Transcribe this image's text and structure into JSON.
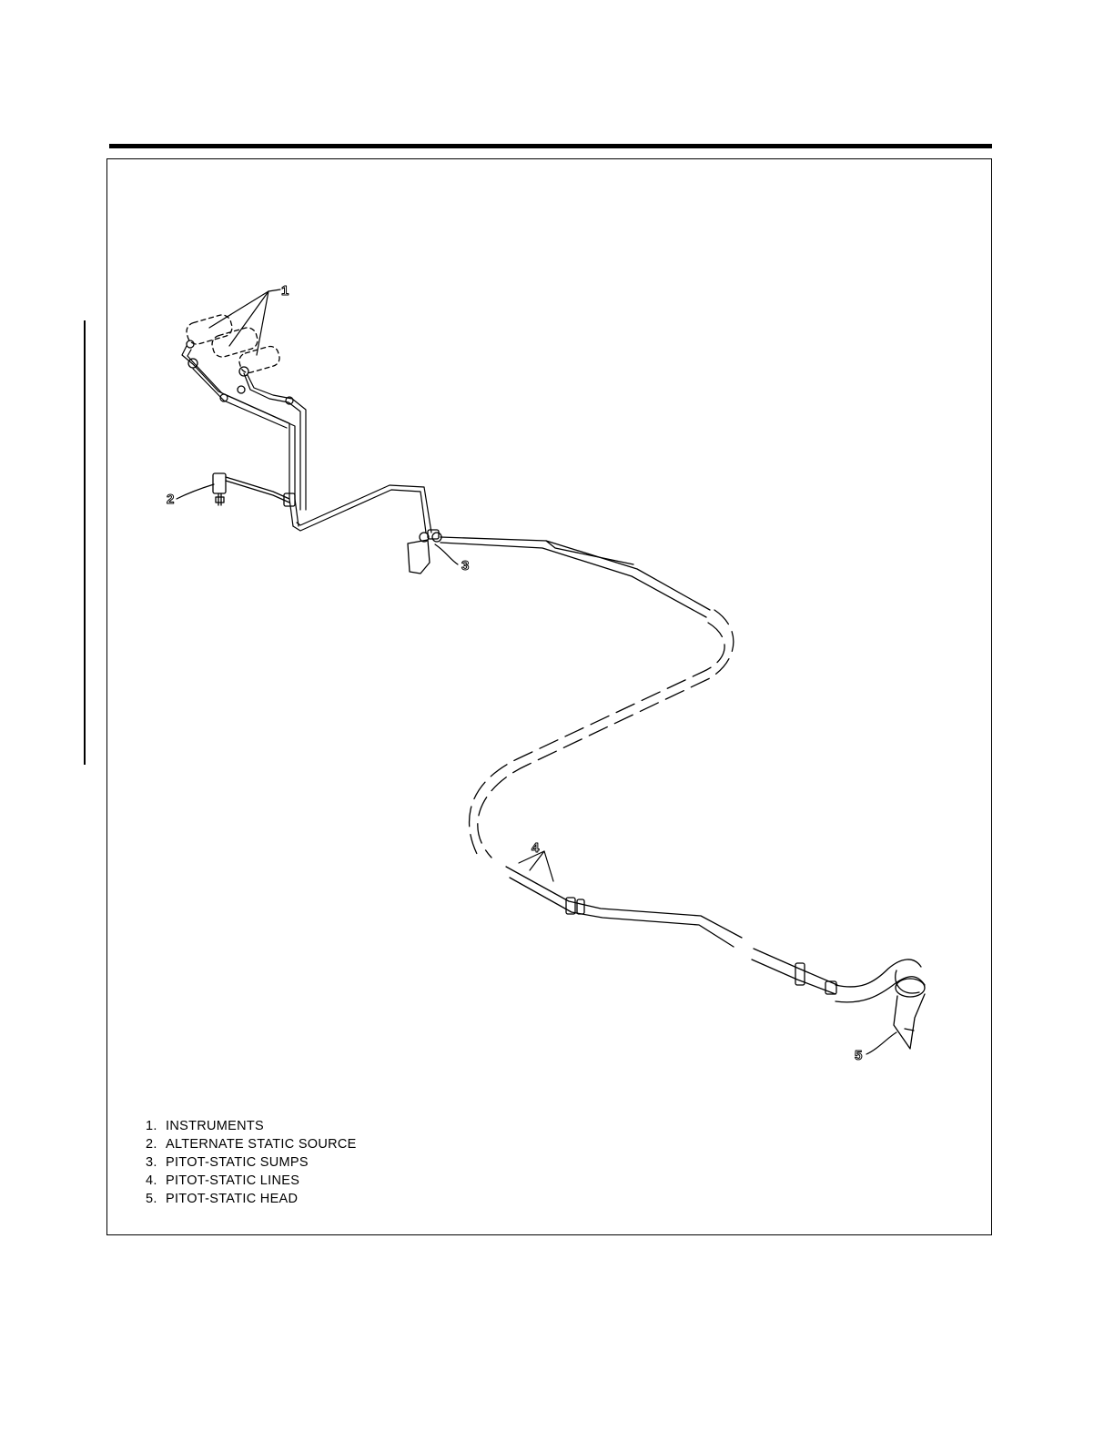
{
  "figure": {
    "callouts": {
      "c1": "1",
      "c2": "2",
      "c3": "3",
      "c4": "4",
      "c5": "5"
    },
    "legend": [
      {
        "num": "1.",
        "label": "INSTRUMENTS"
      },
      {
        "num": "2.",
        "label": "ALTERNATE STATIC SOURCE"
      },
      {
        "num": "3.",
        "label": "PITOT-STATIC SUMPS"
      },
      {
        "num": "4.",
        "label": "PITOT-STATIC LINES"
      },
      {
        "num": "5.",
        "label": "PITOT-STATIC HEAD"
      }
    ]
  }
}
